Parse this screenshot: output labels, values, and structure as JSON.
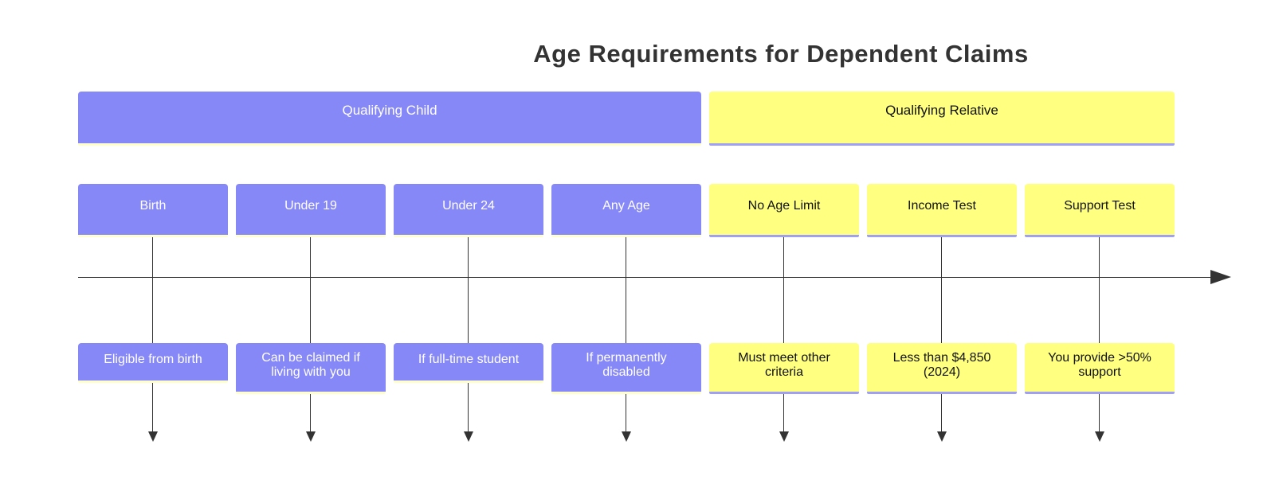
{
  "title": "Age Requirements for Dependent Claims",
  "colors": {
    "child_section": "#8788f8",
    "relative_section": "#ffff80",
    "child_text": "#ffffff",
    "relative_text": "#111111",
    "child_underline": "#ffffcc",
    "relative_underline": "#9fa0f4",
    "title_text": "#333333",
    "line_and_arrows": "#333333",
    "background": "#ffffff"
  },
  "sections": [
    {
      "label": "Qualifying Child",
      "columns": [
        {
          "period": "Birth",
          "event": "Eligible from birth"
        },
        {
          "period": "Under 19",
          "event": "Can be claimed if living with you"
        },
        {
          "period": "Under 24",
          "event": "If full-time student"
        },
        {
          "period": "Any Age",
          "event": "If permanently disabled"
        }
      ]
    },
    {
      "label": "Qualifying Relative",
      "columns": [
        {
          "period": "No Age Limit",
          "event": "Must meet other criteria"
        },
        {
          "period": "Income Test",
          "event": "Less than $4,850 (2024)"
        },
        {
          "period": "Support Test",
          "event": "You provide >50% support"
        }
      ]
    }
  ]
}
